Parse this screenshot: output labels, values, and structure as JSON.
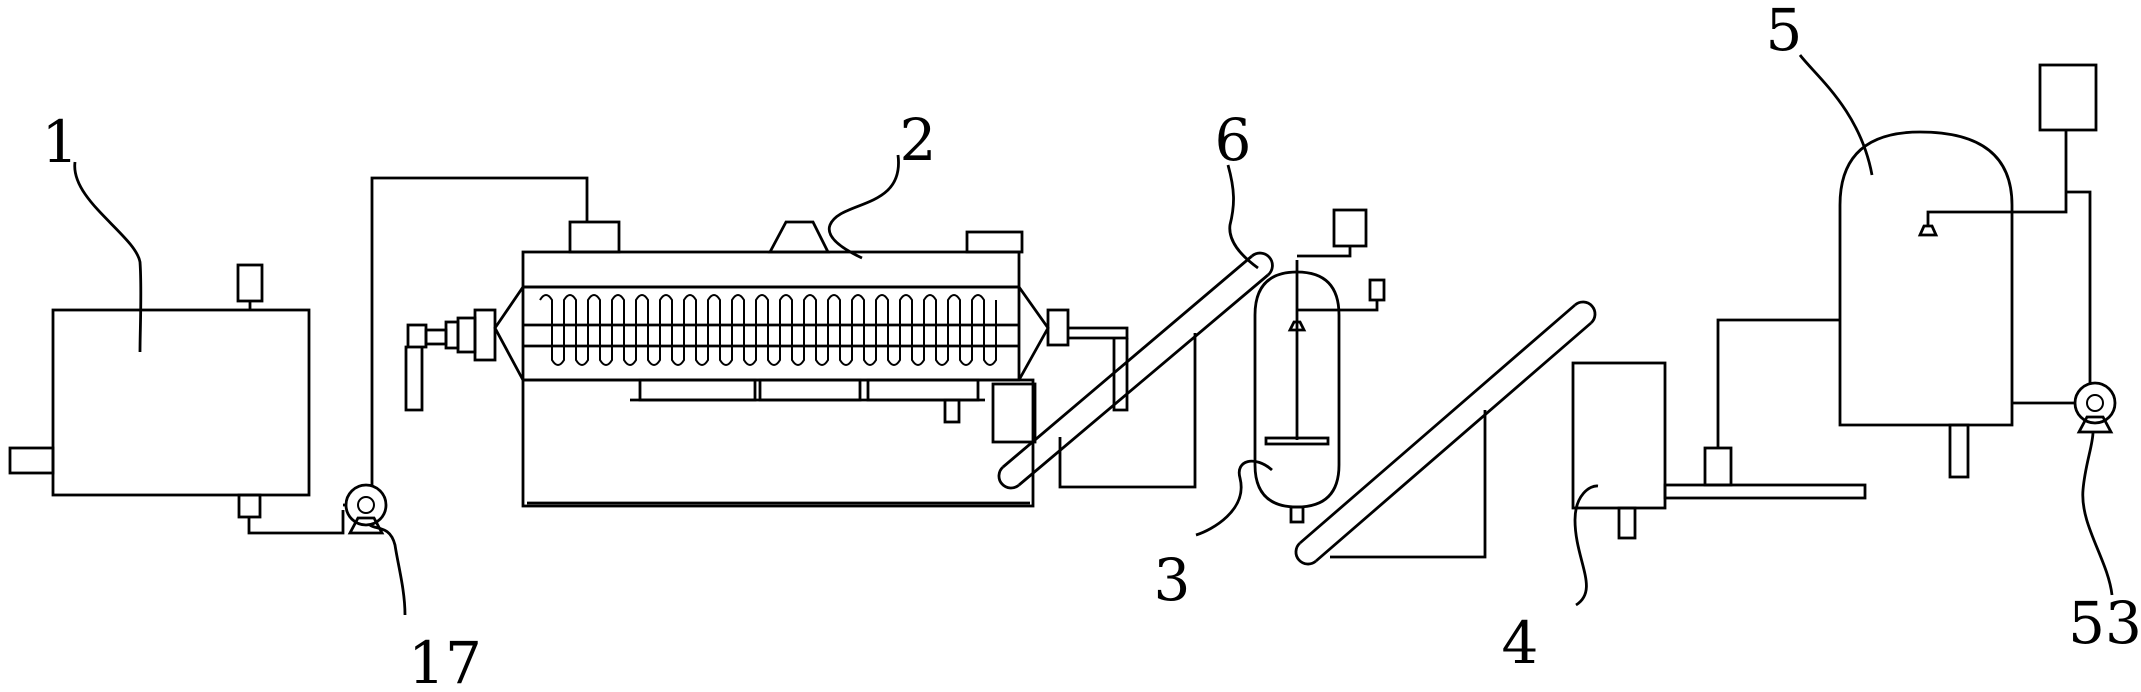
{
  "labels": {
    "item_1": "1",
    "item_2": "2",
    "item_3": "3",
    "item_4": "4",
    "item_5": "5",
    "item_6": "6",
    "item_17": "17",
    "item_53": "53"
  },
  "colors": {
    "stroke": "#000000",
    "background": "#ffffff"
  }
}
